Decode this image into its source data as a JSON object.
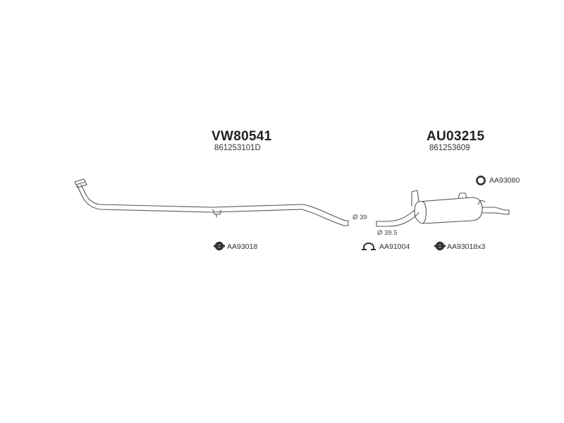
{
  "colors": {
    "line": "#555555",
    "text": "#222222",
    "background": "#ffffff"
  },
  "sections": [
    {
      "part_code": "VW80541",
      "oem_number": "861253101D",
      "pipe_diameter": "Ø 39",
      "accessories": [
        {
          "icon": "rubber-mount-icon",
          "code": "AA93018"
        }
      ]
    },
    {
      "part_code": "AU03215",
      "oem_number": "861253609",
      "pipe_diameter": "Ø 39.5",
      "accessories": [
        {
          "icon": "ring-gasket-icon",
          "code": "AA93080"
        },
        {
          "icon": "clamp-icon",
          "code": "AA91004"
        },
        {
          "icon": "rubber-mount-icon",
          "code": "AA93018",
          "quantity": "x3"
        }
      ]
    }
  ]
}
